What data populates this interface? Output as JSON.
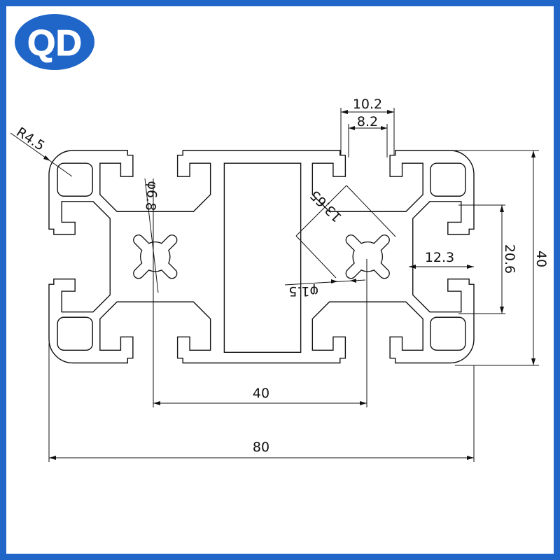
{
  "logo": {
    "text": "QD",
    "color": "#1f66c8"
  },
  "border_color": "#1f66c8",
  "drawing": {
    "title": "80x40 aluminium T-slot profile cross-section",
    "dimensions": {
      "corner_radius": "R4.5",
      "core_hole_diameter": "φ6.8",
      "slot_outer_width": "10.2",
      "slot_opening_width": "8.2",
      "diagonal_width": "13.65",
      "small_hole_diameter": "φ1.5",
      "slot_depth": "12.3",
      "slot_inner_height": "20.6",
      "height": "40",
      "center_distance": "40",
      "overall_width": "80"
    }
  }
}
